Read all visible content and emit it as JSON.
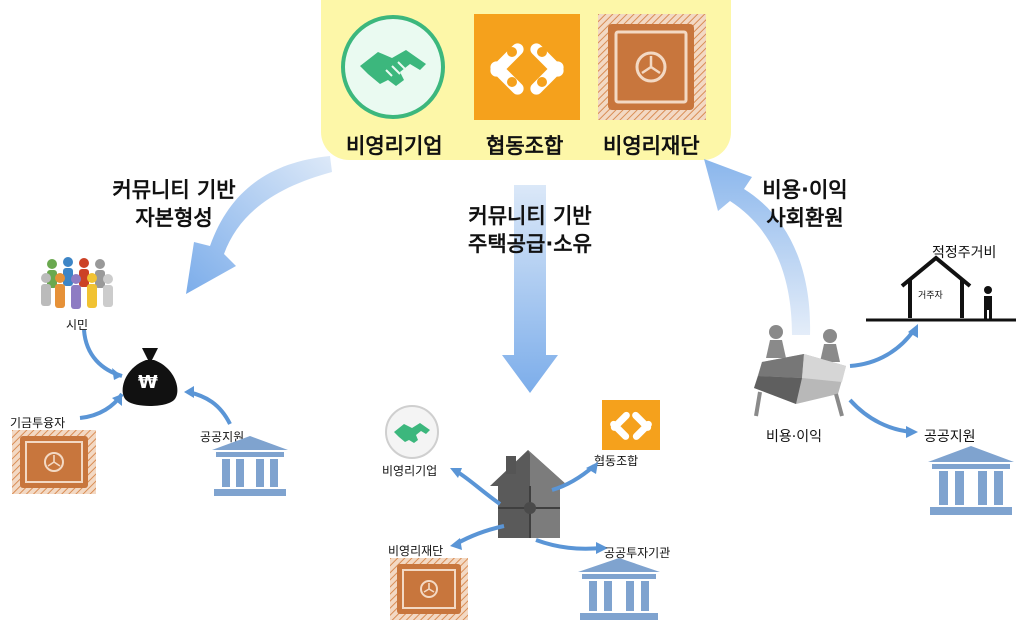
{
  "top": {
    "items": [
      {
        "label": "비영리기업",
        "icon": "handshake-icon"
      },
      {
        "label": "협동조합",
        "icon": "cooperation-hands-icon"
      },
      {
        "label": "비영리재단",
        "icon": "safe-icon"
      }
    ]
  },
  "flows": {
    "left": "커뮤니티 기반\n자본형성",
    "center": "커뮤니티 기반\n주택공급·소유",
    "right": "비용·이익\n사회환원"
  },
  "left_group": {
    "citizens": "시민",
    "investor": "기금투융자",
    "public_support": "공공지원",
    "money_bag_symbol": "₩"
  },
  "center_group": {
    "nonprofit_company": "비영리기업",
    "cooperative": "협동조합",
    "nonprofit_foundation": "비영리재단",
    "public_investment": "공공투자기관"
  },
  "right_group": {
    "housing_cost": "적정주거비",
    "resident": "거주자",
    "cost_profit": "비용·이익",
    "public_support": "공공지원"
  },
  "colors": {
    "panel": "#fdf7a8",
    "green": "#3cb77d",
    "orange": "#f5a11c",
    "brown": "#c8763d",
    "arrow": "#5a95d6",
    "bank": "#7fa3cf"
  }
}
